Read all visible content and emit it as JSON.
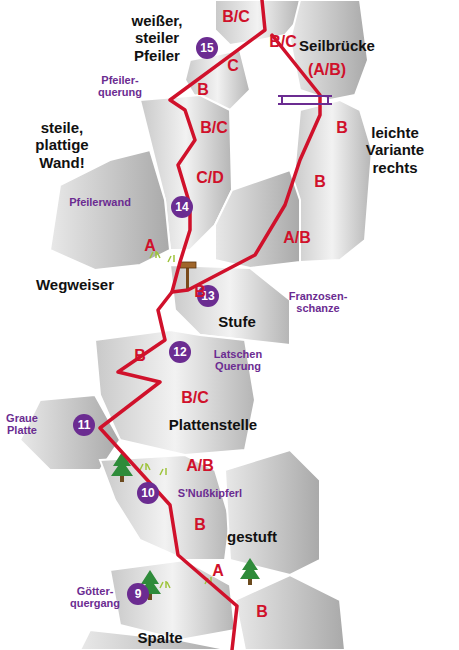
{
  "diagram": {
    "nodes": [
      {
        "text": [
          "15"
        ]
      },
      {
        "text": [
          "14"
        ]
      },
      {
        "text": [
          "13"
        ]
      },
      {
        "text": [
          "12"
        ]
      },
      {
        "text": [
          "11"
        ]
      },
      {
        "text": [
          "10"
        ]
      },
      {
        "text": [
          "9"
        ]
      }
    ],
    "labels": [
      "weißer, steiler Pfeiler",
      "B/C",
      "B/C",
      "Seilbrücke",
      "(A/B)",
      "C",
      "Pfeiler- querung",
      "B",
      "steile, plattige Wand!",
      "B/C",
      "B",
      "leichte Variante rechts",
      "C/D",
      "B",
      "Pfeilerwand",
      "A/B",
      "A",
      "Wegweiser",
      "B",
      "Franzosen- schanze",
      "Stufe",
      "B",
      "Latschen Querung",
      "B/C",
      "Graue Platte",
      "Plattenstelle",
      "A/B",
      "S'Nußkipferl",
      "B",
      "gestuft",
      "A",
      "Götter- quergang",
      "B",
      "Spalte"
    ]
  }
}
